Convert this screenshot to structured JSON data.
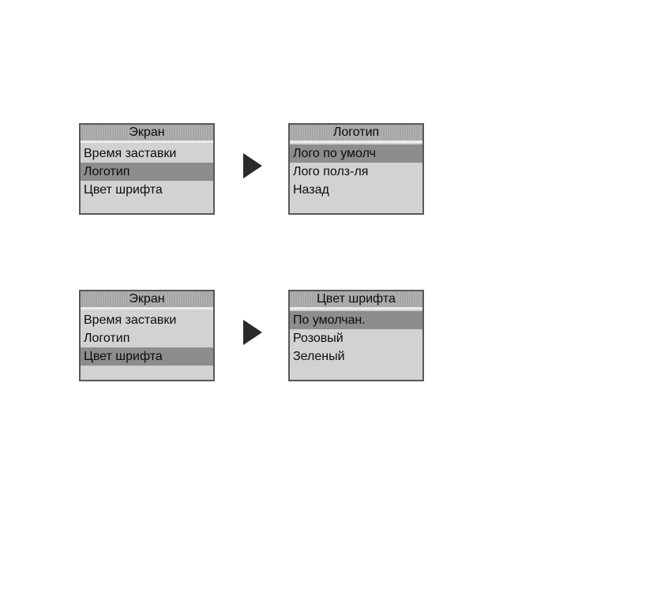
{
  "rows": [
    {
      "source_menu": {
        "title": "Экран",
        "items": [
          "Время заставки",
          "Логотип",
          "Цвет шрифта"
        ],
        "selected_index": 1
      },
      "target_menu": {
        "title": "Логотип",
        "items": [
          "Лого по умолч",
          "Лого полз-ля",
          "Назад"
        ],
        "selected_index": 0
      }
    },
    {
      "source_menu": {
        "title": "Экран",
        "items": [
          "Время заставки",
          "Логотип",
          "Цвет шрифта"
        ],
        "selected_index": 2
      },
      "target_menu": {
        "title": "Цвет шрифта",
        "items": [
          "По умолчан.",
          "Розовый",
          "Зеленый"
        ],
        "selected_index": 0
      }
    }
  ],
  "icons": {
    "transition": "arrow-right-icon"
  },
  "colors": {
    "menu_background": "#d2d2d0",
    "header_background": "#a5a5a3",
    "selected_item": "#8d8d8b",
    "border": "#585858",
    "arrow": "#2a2a2a"
  }
}
